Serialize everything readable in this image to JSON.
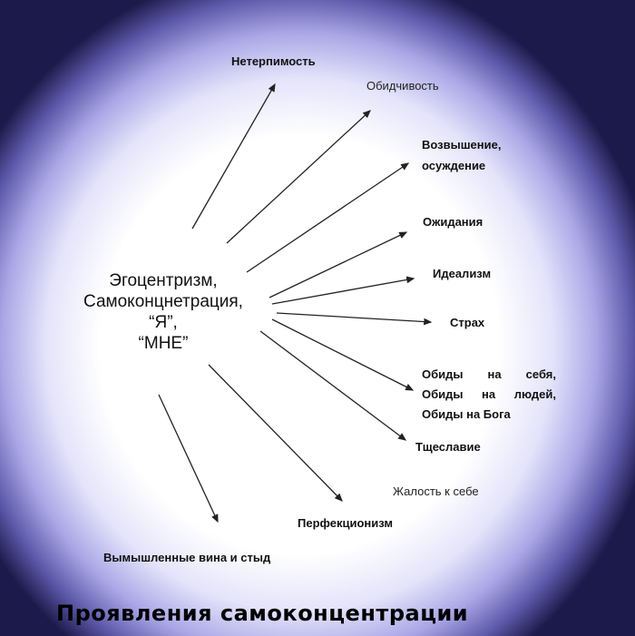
{
  "center": {
    "lines": [
      "Эгоцентризм,",
      "Самоконцнетрация,",
      "“Я”,",
      "“МНЕ”"
    ]
  },
  "manifestations": [
    "Нетерпимость",
    "Обидчивость",
    "Возвышение, осуждение",
    "Ожидания",
    "Идеализм",
    "Страх",
    "Обиды на себя, Обиды на людей, Обиды на Бога",
    "Тщеславие",
    "Жалость к себе",
    "Перфекционизм",
    "Вымышленные вина и стыд"
  ],
  "labels": {
    "neterpimost": "Нетерпимость",
    "obidchivost": "Обидчивость",
    "vozvyshenie": [
      "Возвышение,",
      "осуждение"
    ],
    "ozhidaniya": "Ожидания",
    "idealizm": "Идеализм",
    "strakh": "Страх",
    "obidy": [
      "Обиды на себя,",
      "Обиды на людей,",
      "Обиды на Бога"
    ],
    "tshcheslavie": "Тщеславие",
    "zhalost": "Жалость к себе",
    "perfektsionizm": "Перфекционизм",
    "vina": "Вымышленные вина и стыд"
  },
  "title": "Проявления самоконцентрации",
  "colors": {
    "arrow": "#222222",
    "text": "#111111",
    "vignette": "#5b58a8"
  }
}
